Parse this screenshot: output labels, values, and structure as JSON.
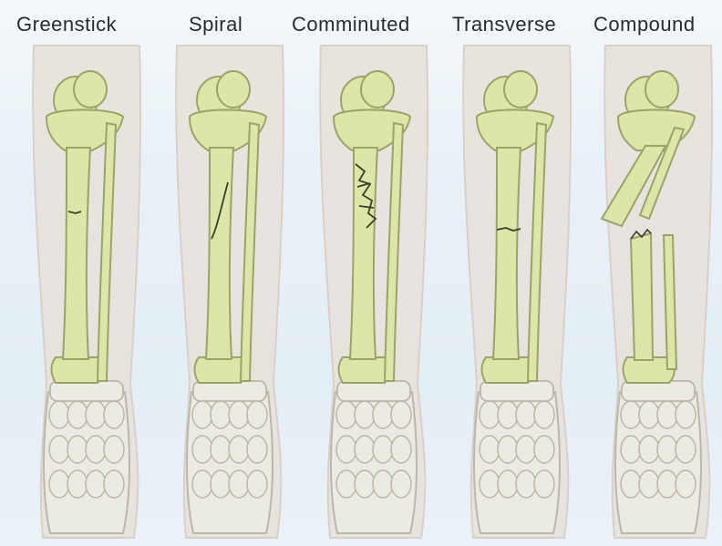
{
  "labels": [
    "Greenstick",
    "Spiral",
    "Comminuted",
    "Transverse",
    "Compound"
  ],
  "colors": {
    "background": "#e6eff6",
    "skin": "#e9e2dc",
    "skin_edge": "#d8cec6",
    "bone": "#dde6a6",
    "bone_edge": "#9aa36a",
    "foot_bone": "#ecebe1",
    "foot_edge": "#b9b8aa",
    "fracture_line": "#3d3d2c"
  },
  "fracture_types": [
    "greenstick",
    "spiral",
    "comminuted",
    "transverse",
    "compound"
  ]
}
